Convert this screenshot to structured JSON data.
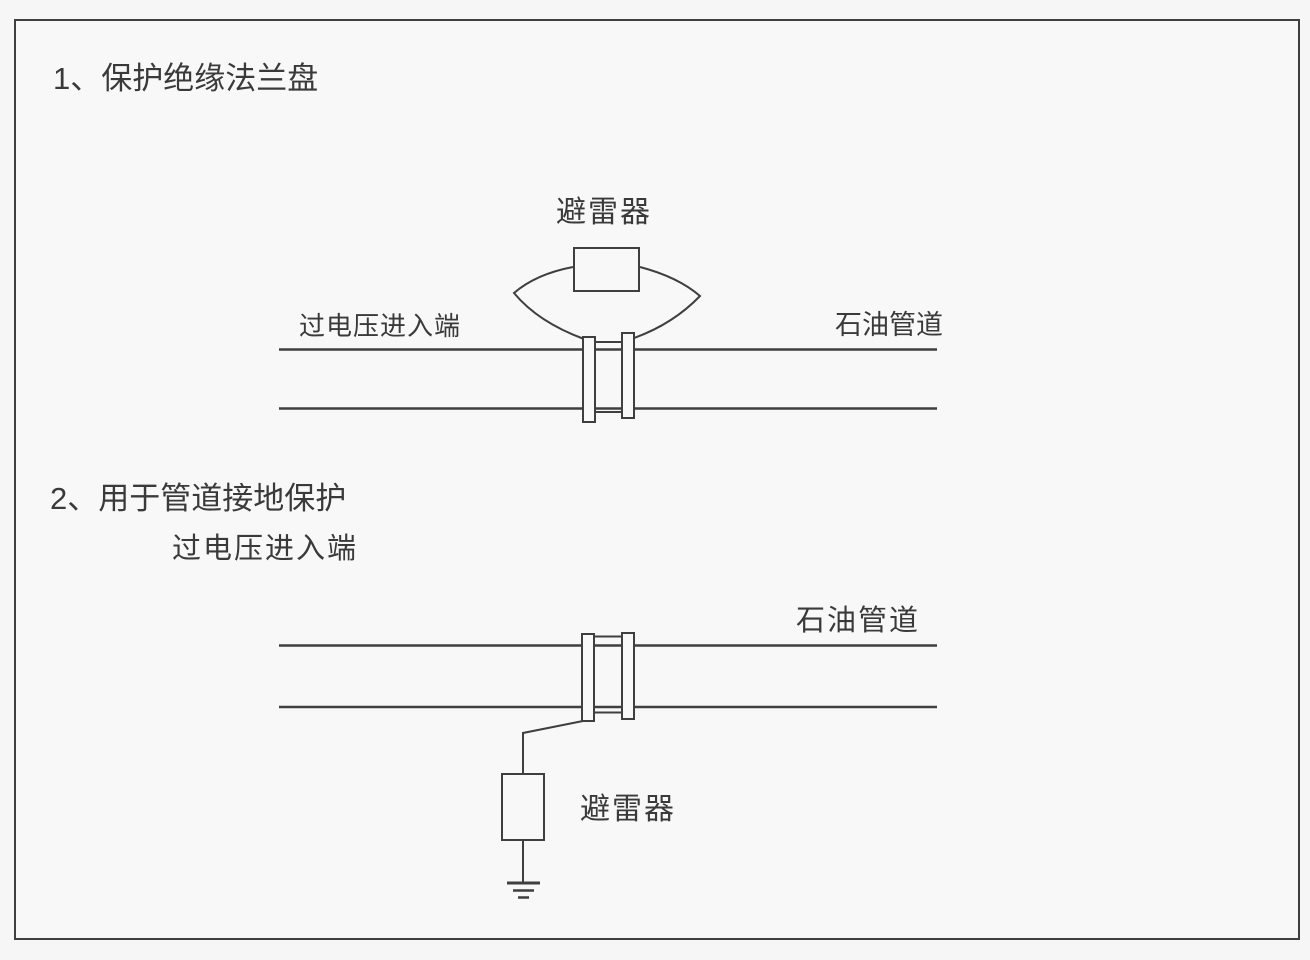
{
  "colors": {
    "background": "#f6f6f6",
    "panel": "#f8f8f8",
    "line": "#3f3f3f",
    "text": "#3a3a3a"
  },
  "section1": {
    "heading": "1、保护绝缘法兰盘",
    "arrester_label": "避雷器",
    "overvoltage_label": "过电压进入端",
    "pipeline_label": "石油管道"
  },
  "section2": {
    "heading": "2、用于管道接地保护",
    "overvoltage_label": "过电压进入端",
    "pipeline_label": "石油管道",
    "arrester_label": "避雷器"
  }
}
